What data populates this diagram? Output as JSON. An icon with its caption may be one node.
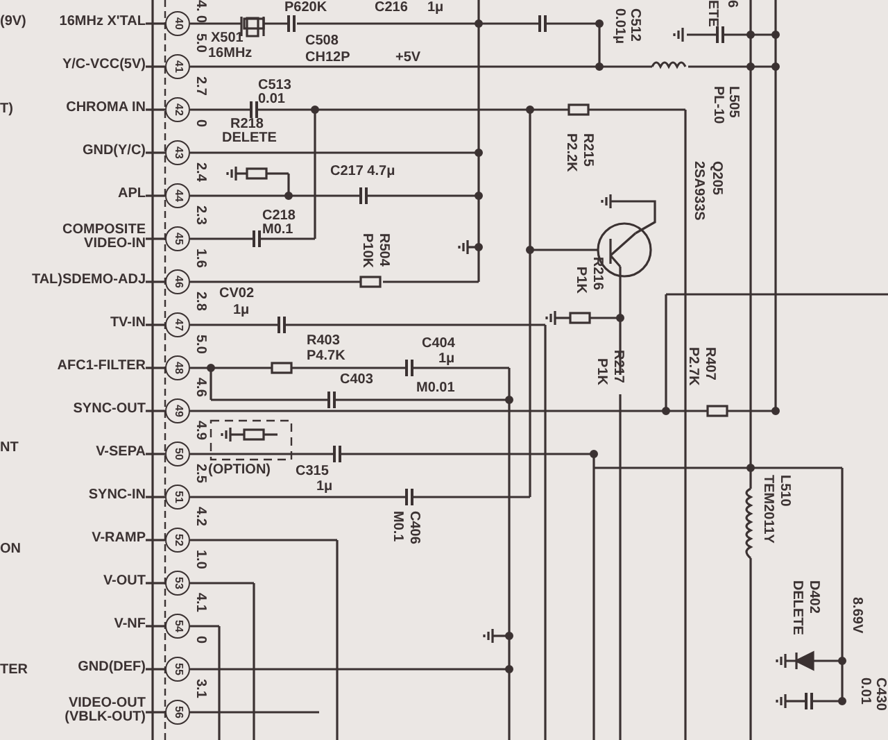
{
  "diagram": {
    "nodes": [
      {
        "text": [
          "40"
        ],
        "beside": [
          "16MHz X'TAL",
          "0"
        ]
      },
      {
        "text": [
          "41"
        ],
        "beside": [
          "Y/C-VCC(5V)",
          "5.0"
        ]
      },
      {
        "text": [
          "42"
        ],
        "beside": [
          "CHROMA IN",
          "2.7"
        ]
      },
      {
        "text": [
          "43"
        ],
        "beside": [
          "GND(Y/C)",
          "0"
        ]
      },
      {
        "text": [
          "44"
        ],
        "beside": [
          "APL",
          "2.4"
        ]
      },
      {
        "text": [
          "45"
        ],
        "beside": [
          "COMPOSITE VIDEO-IN",
          "2.3"
        ]
      },
      {
        "text": [
          "46"
        ],
        "beside": [
          "TAL)SDEMO-ADJ",
          "1.6"
        ]
      },
      {
        "text": [
          "47"
        ],
        "beside": [
          "TV-IN",
          "2.8"
        ]
      },
      {
        "text": [
          "48"
        ],
        "beside": [
          "AFC1-FILTER",
          "5.0"
        ]
      },
      {
        "text": [
          "49"
        ],
        "beside": [
          "SYNC-OUT",
          "4.6"
        ]
      },
      {
        "text": [
          "50"
        ],
        "beside": [
          "V-SEPA",
          "4.9"
        ]
      },
      {
        "text": [
          "51"
        ],
        "beside": [
          "SYNC-IN",
          "2.5"
        ]
      },
      {
        "text": [
          "52"
        ],
        "beside": [
          "V-RAMP",
          "4.2"
        ]
      },
      {
        "text": [
          "53"
        ],
        "beside": [
          "V-OUT",
          "1.0"
        ]
      },
      {
        "text": [
          "54"
        ],
        "beside": [
          "V-NF",
          "4.1"
        ]
      },
      {
        "text": [
          "55"
        ],
        "beside": [
          "GND(DEF)",
          "0"
        ]
      },
      {
        "text": [
          "56"
        ],
        "beside": [
          "VIDEO-OUT (VBLK-OUT)",
          "3.1"
        ]
      }
    ],
    "labels": [
      "4.",
      "(9V)",
      "P620K",
      "C216",
      "1μ",
      "6",
      "ETE",
      "X501",
      "16MHz",
      "C508",
      "CH12P",
      "+5V",
      "C512",
      "0.01μ",
      "T)",
      "C513",
      "0.01",
      "L505",
      "PL-10",
      "R218",
      "DELETE",
      "C217 4.7μ",
      "R215",
      "P2.2K",
      "Q205",
      "2SA933S",
      "C218",
      "M0.1",
      "R504",
      "P10K",
      "R216",
      "P1K",
      "CV02",
      "1μ",
      "R403",
      "P4.7K",
      "C404",
      "1μ",
      "R217",
      "P1K",
      "C403",
      "M0.01",
      "R407",
      "P2.7K",
      "NT",
      "(OPTION)",
      "C315",
      "1μ",
      "C406",
      "M0.1",
      "L510",
      "TEM2011Y",
      "ON",
      "D402",
      "DELETE",
      "8.69V",
      "TER",
      "C430",
      "0.01"
    ]
  }
}
